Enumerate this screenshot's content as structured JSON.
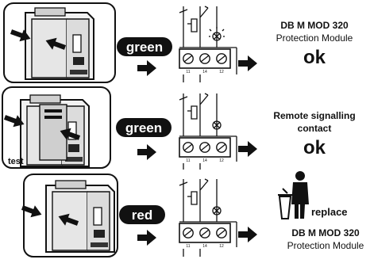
{
  "rows": [
    {
      "state_label": "green",
      "state_color": "#111111",
      "terminals": [
        "11",
        "14",
        "12"
      ],
      "line1": "DB M  MOD 320",
      "line2": "Protection Module",
      "line3": "ok"
    },
    {
      "state_label": "green",
      "state_color": "#111111",
      "test_label": "test",
      "terminals": [
        "11",
        "14",
        "12"
      ],
      "line1": "Remote signalling",
      "line2": "contact",
      "line3": "ok"
    },
    {
      "state_label": "red",
      "state_color": "#111111",
      "terminals": [
        "11",
        "14",
        "12"
      ],
      "action_label": "replace",
      "line1": "DB M MOD 320",
      "line2": "Protection Module"
    }
  ]
}
